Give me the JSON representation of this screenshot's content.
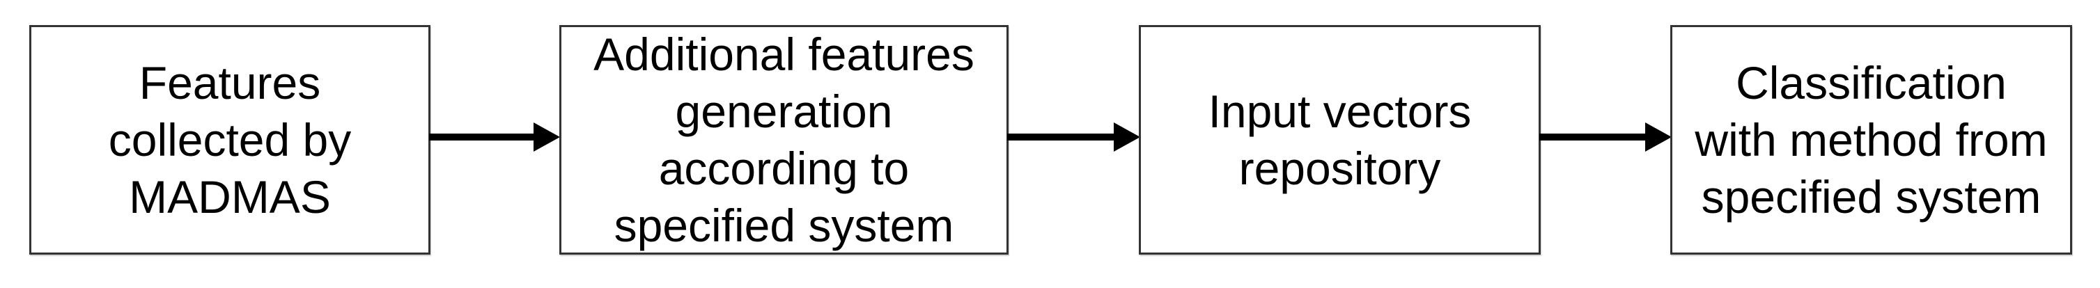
{
  "diagram": {
    "type": "flowchart",
    "direction": "left-to-right",
    "background_color": "#ffffff",
    "node_fill_color": "#ffffff",
    "node_border_color": "#333333",
    "text_color": "#000000",
    "arrow_color": "#000000",
    "nodes": [
      {
        "id": "features-collected-by-madmas",
        "label": "Features\ncollected by\nMADMAS"
      },
      {
        "id": "additional-features-generation",
        "label": "Additional features\ngeneration\naccording to\nspecified system"
      },
      {
        "id": "input-vectors-repository",
        "label": "Input vectors\nrepository"
      },
      {
        "id": "classification-with-method",
        "label": "Classification\nwith method from\nspecified system"
      }
    ],
    "connectors": [
      {
        "from": "features-collected-by-madmas",
        "to": "additional-features-generation",
        "style": "arrow-right"
      },
      {
        "from": "additional-features-generation",
        "to": "input-vectors-repository",
        "style": "arrow-right"
      },
      {
        "from": "input-vectors-repository",
        "to": "classification-with-method",
        "style": "arrow-right"
      }
    ]
  }
}
